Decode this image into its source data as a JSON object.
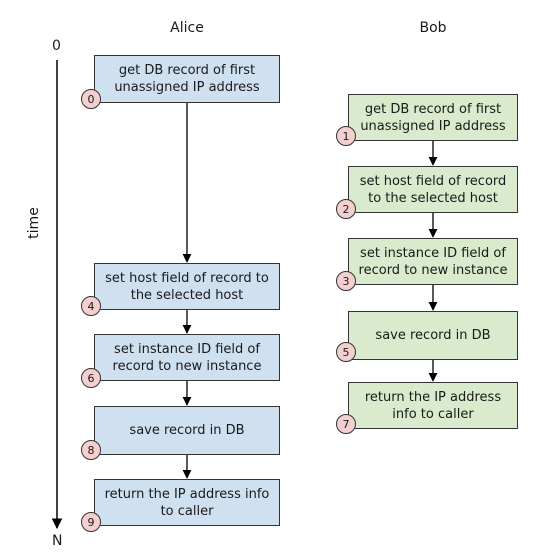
{
  "columns": {
    "alice": "Alice",
    "bob": "Bob"
  },
  "axis": {
    "start": "0",
    "end": "N",
    "label": "time"
  },
  "alice_steps": [
    {
      "label": "get DB record of first unassigned IP address",
      "step": "0"
    },
    {
      "label": "set host field of record to the selected host",
      "step": "4"
    },
    {
      "label": "set instance ID field of record to new instance",
      "step": "6"
    },
    {
      "label": "save record in DB",
      "step": "8"
    },
    {
      "label": "return the IP address info to caller",
      "step": "9"
    }
  ],
  "bob_steps": [
    {
      "label": "get DB record of first unassigned IP address",
      "step": "1"
    },
    {
      "label": "set host field of record to the selected host",
      "step": "2"
    },
    {
      "label": "set instance ID field of record to new instance",
      "step": "3"
    },
    {
      "label": "save record in DB",
      "step": "5"
    },
    {
      "label": "return the IP address info to caller",
      "step": "7"
    }
  ],
  "colors": {
    "alice_box": "#cfe0f1",
    "bob_box": "#d9eacd",
    "badge": "#f4cfcf"
  }
}
